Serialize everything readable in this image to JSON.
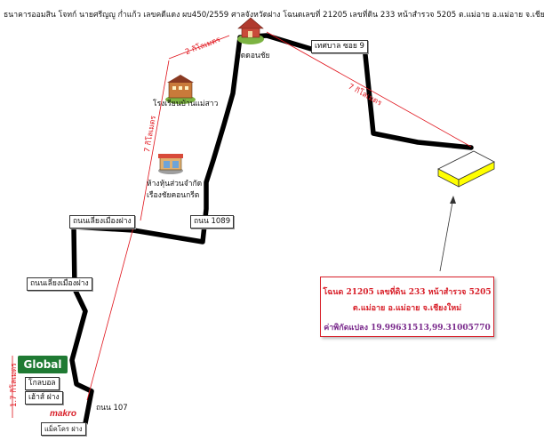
{
  "header": "ธนาคารออมสิน โจทก์ นายศรีญญู ก่ำแก้ว เลขคดีแดง ผบ450/2559 ศาลจังหวัดฝาง โฉนดเลขที่ 21205 เลขที่ดิน 233 หน้าสำรวจ 5205 ต.แม่อาย อ.แม่อาย จ.เชียงใหม่",
  "places": {
    "temple": "วัดดอนชัย",
    "municipality": "เทศบาล ซอย 9",
    "school": "โรงเรียนบ้านแม่สาว",
    "shop_line1": "ห้างหุ้นส่วนจำกัด",
    "shop_line2": "เรืองชัยคอนกรีต",
    "road_fang_upper": "ถนนเลี่ยงเมืองฝาง",
    "road_fang_lower": "ถนนเลี่ยงเมืองฝาง",
    "road_1089": "ถนน 1089",
    "road_107": "ถนน 107",
    "global_logo": "Global",
    "global_line1": "โกลบอล",
    "global_line2": "เฮ้าส์ ฝาง",
    "makro_logo": "makro",
    "makro_label": "แม็คโคร ฝาง"
  },
  "distances": {
    "d1": "2 กิโลเมตร",
    "d2": "7 กิโลเมตร",
    "d3": "7 กิโลเมตร",
    "d4": "1.7 กิโลเมตร"
  },
  "info_box": {
    "line1": "โฉนด 21205 เลขที่ดิน 233 หน้าสำรวจ 5205",
    "line2": "ต.แม่อาย อ.แม่อาย จ.เชียงใหม่",
    "line3": "ค่าพิกัดแปลง 19.99631513,99.31005770"
  },
  "colors": {
    "road": "#000000",
    "distance_line": "#e0141c",
    "plot_fill": "#ffff00",
    "info_border": "#d8202a",
    "coord_text": "#7a2a8c"
  }
}
